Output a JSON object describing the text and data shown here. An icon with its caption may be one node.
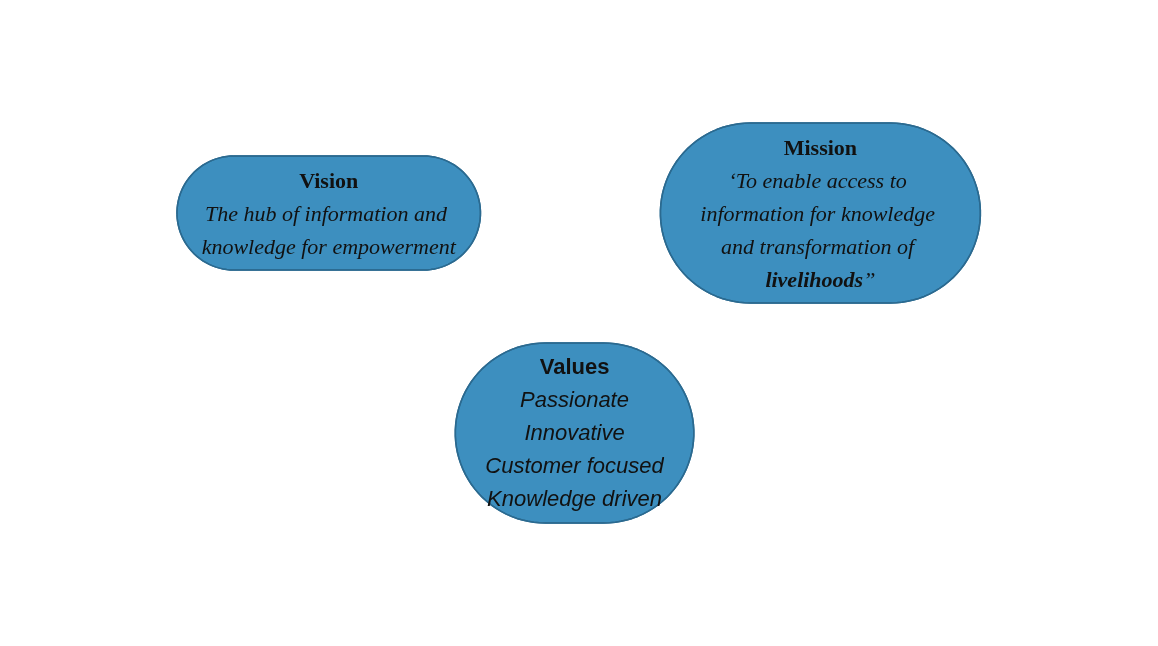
{
  "diagram": {
    "nodes": [
      {
        "text": [
          "Vision",
          "The hub of information and knowledge for empowerment"
        ]
      },
      {
        "text": [
          "Mission",
          "‘To enable access to information for knowledge and transformation of **livelihoods**”"
        ]
      },
      {
        "text": [
          "Values",
          "Passionate",
          "Innovative",
          "Customer focused",
          "Knowledge driven"
        ]
      }
    ],
    "edges": []
  }
}
